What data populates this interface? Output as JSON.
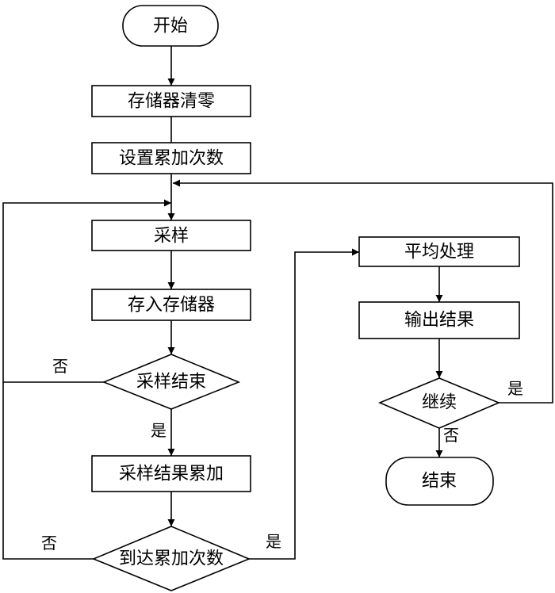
{
  "nodes": {
    "start": "开始",
    "clear_memory": "存储器清零",
    "set_count": "设置累加次数",
    "sample": "采样",
    "store": "存入存储器",
    "sample_end": "采样结束",
    "accumulate": "采样结果累加",
    "reach_count": "到达累加次数",
    "average": "平均处理",
    "output": "输出结果",
    "continue": "继续",
    "end": "结束"
  },
  "edge_labels": {
    "sample_end_no": "否",
    "sample_end_yes": "是",
    "reach_count_no": "否",
    "reach_count_yes": "是",
    "continue_yes": "是",
    "continue_no": "否"
  }
}
